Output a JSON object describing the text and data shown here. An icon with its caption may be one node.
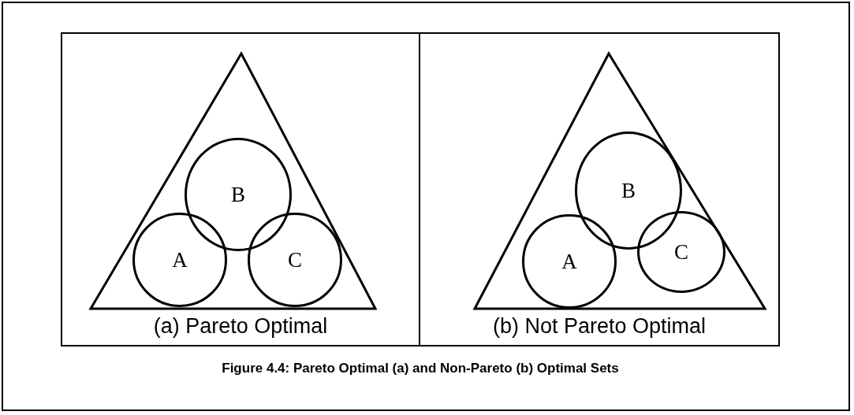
{
  "diagram": {
    "caption": "Figure 4.4: Pareto Optimal (a) and Non-Pareto (b) Optimal Sets",
    "nodes": [
      {
        "text": [
          "(a) Pareto Optimal"
        ]
      },
      {
        "text": [],
        "shape": "triangle",
        "in": 0
      },
      {
        "text": [
          "B"
        ],
        "in": 1
      },
      {
        "text": [
          "A"
        ],
        "in": 1
      },
      {
        "text": [
          "C"
        ],
        "in": 1
      },
      {
        "text": [
          "(b) Not Pareto Optimal"
        ]
      },
      {
        "text": [],
        "shape": "triangle",
        "in": 5
      },
      {
        "text": [
          "B"
        ],
        "in": 6
      },
      {
        "text": [
          "A"
        ],
        "in": 6
      },
      {
        "text": [
          "C"
        ],
        "in": 6
      }
    ],
    "edges": []
  }
}
